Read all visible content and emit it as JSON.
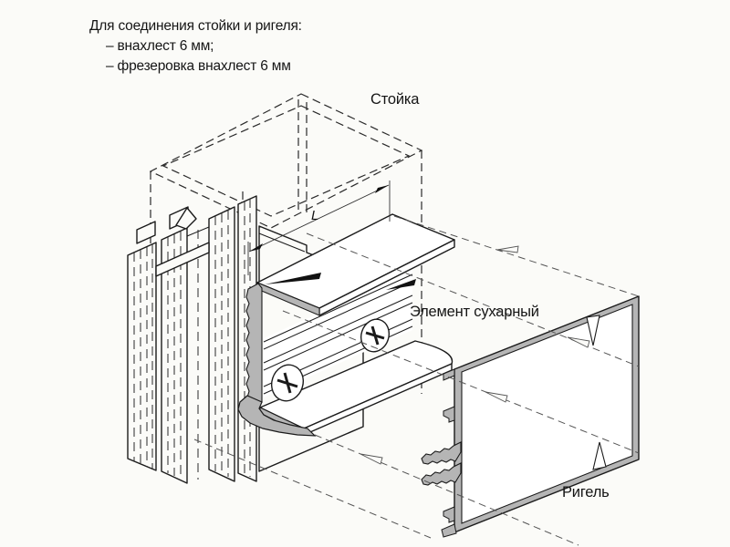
{
  "note": {
    "line1": "Для соединения стойки и ригеля:",
    "line2": "– внахлест 6 мм;",
    "line3": "– фрезеровка внахлест 6 мм"
  },
  "labels": {
    "post": "Стойка",
    "biscuit": "Элемент сухарный",
    "crossbar": "Ригель",
    "dimension": "L"
  },
  "colors": {
    "line": "#1b1b1b",
    "metal_cut_fill": "#b5b5b5",
    "background": "#fbfbf8"
  }
}
